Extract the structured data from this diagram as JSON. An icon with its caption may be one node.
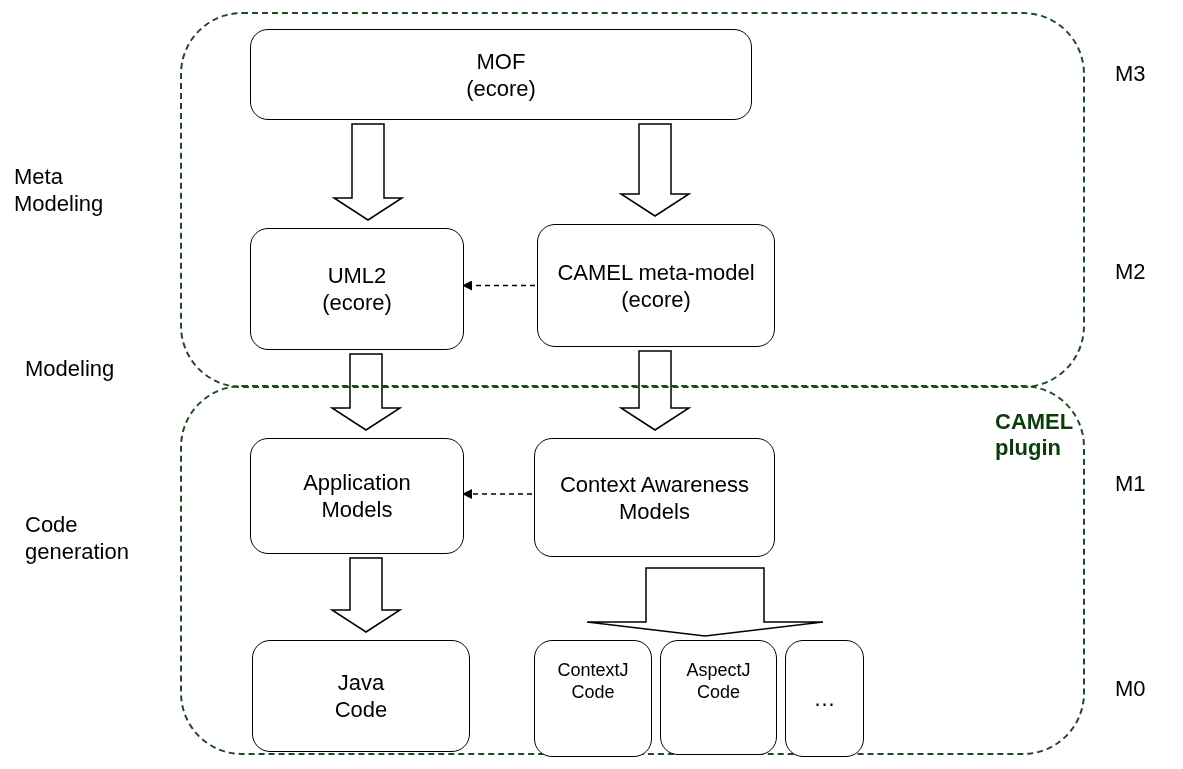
{
  "diagram": {
    "nodes": [
      {
        "text": [],
        "shape": "box"
      },
      {
        "text": [
          "MOF (ecore)"
        ],
        "in": 0
      },
      {
        "text": [
          "UML2 (ecore)"
        ],
        "in": 0
      },
      {
        "text": [
          "CAMEL meta-model (ecore)"
        ],
        "in": 0
      },
      {
        "text": [
          "CAMEL plugin"
        ]
      },
      {
        "text": [
          "Application Models"
        ],
        "in": 4
      },
      {
        "text": [
          "Context Awareness Models"
        ],
        "in": 4
      },
      {
        "text": [
          "Java Code"
        ],
        "in": 4
      },
      {
        "text": [
          "ContextJ Code"
        ],
        "in": 4
      },
      {
        "text": [
          "AspectJ Code"
        ],
        "in": 4
      },
      {
        "text": [
          "…"
        ],
        "in": 4
      }
    ],
    "edges": [
      {
        "from": 1,
        "to": 2,
        "arrow": "to"
      },
      {
        "from": 1,
        "to": 3,
        "arrow": "to"
      },
      {
        "from": 3,
        "to": 2,
        "arrow": "to",
        "style": "dashed"
      },
      {
        "from": 2,
        "to": 5,
        "arrow": "to"
      },
      {
        "from": 3,
        "to": 6,
        "arrow": "to"
      },
      {
        "from": 6,
        "to": 5,
        "arrow": "to",
        "style": "dashed"
      },
      {
        "from": 5,
        "to": 7,
        "arrow": "to"
      },
      {
        "from": 6,
        "to": 8,
        "arrow": "to"
      },
      {
        "from": 6,
        "to": 9,
        "arrow": "to"
      },
      {
        "from": 6,
        "to": 10,
        "arrow": "to"
      }
    ],
    "labels": [
      "Meta Modeling",
      "M3",
      "M2",
      "Modeling",
      "M1",
      "Code generation",
      "M0"
    ]
  }
}
